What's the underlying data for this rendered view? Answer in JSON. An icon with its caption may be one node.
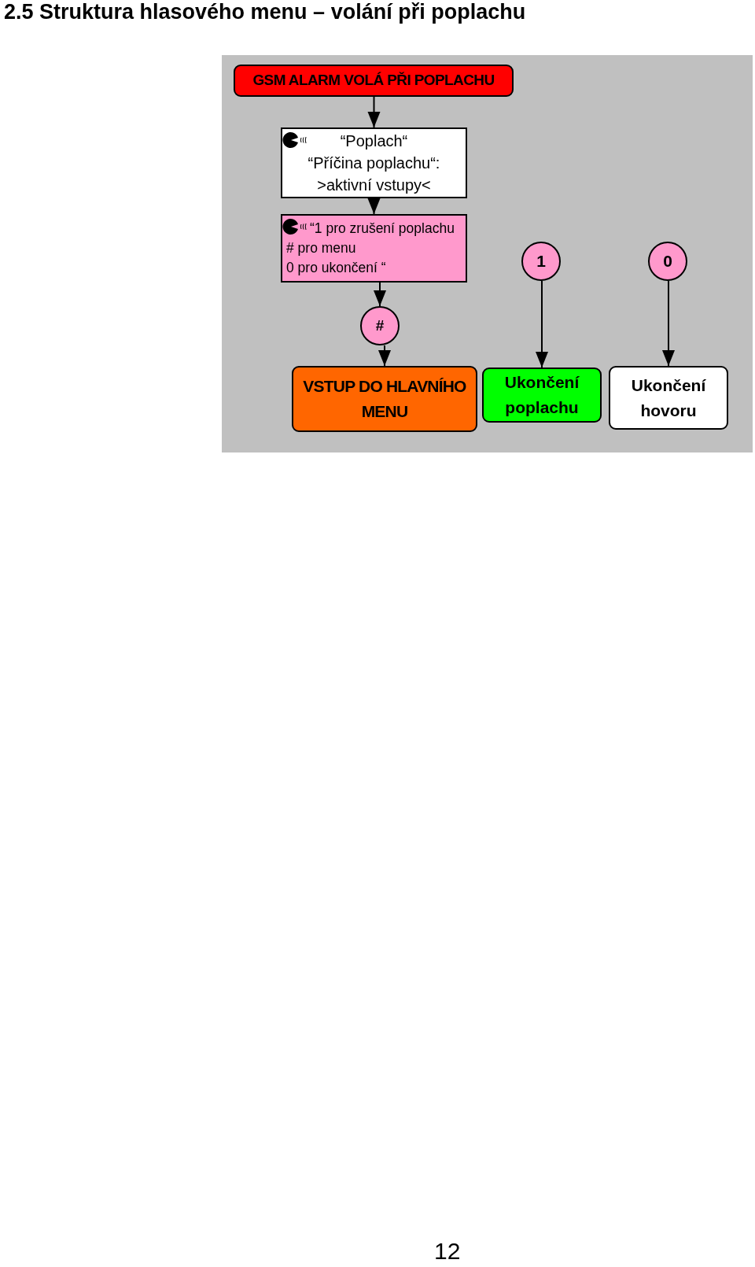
{
  "diagram": {
    "title": "2.5 Struktura hlasového menu – volání při poplachu",
    "nodes": [
      {
        "text": [
          "GSM ALARM VOLÁ PŘI POPLACHU"
        ]
      },
      {
        "text": [
          "“Poplach“",
          "“Příčina poplachu“:",
          ">aktivní vstupy<"
        ]
      },
      {
        "text": [
          "“1 pro zrušení poplachu",
          "# pro menu",
          "0 pro ukončení “"
        ]
      },
      {
        "text": [
          "1"
        ]
      },
      {
        "text": [
          "0"
        ]
      },
      {
        "text": [
          "#"
        ]
      },
      {
        "text": [
          "VSTUP DO HLAVNÍHO MENU"
        ]
      },
      {
        "text": [
          "Ukončení poplachu"
        ]
      },
      {
        "text": [
          "Ukončení hovoru"
        ]
      }
    ],
    "edges": [
      {
        "from": 0,
        "to": 1,
        "arrow": "to"
      },
      {
        "from": 1,
        "to": 2,
        "arrow": "to"
      },
      {
        "from": 2,
        "to": 5,
        "arrow": "to"
      },
      {
        "from": 5,
        "to": 6,
        "arrow": "to"
      },
      {
        "from": 3,
        "to": 7,
        "arrow": "to"
      },
      {
        "from": 4,
        "to": 8,
        "arrow": "to"
      }
    ],
    "labels": [
      "12"
    ]
  }
}
